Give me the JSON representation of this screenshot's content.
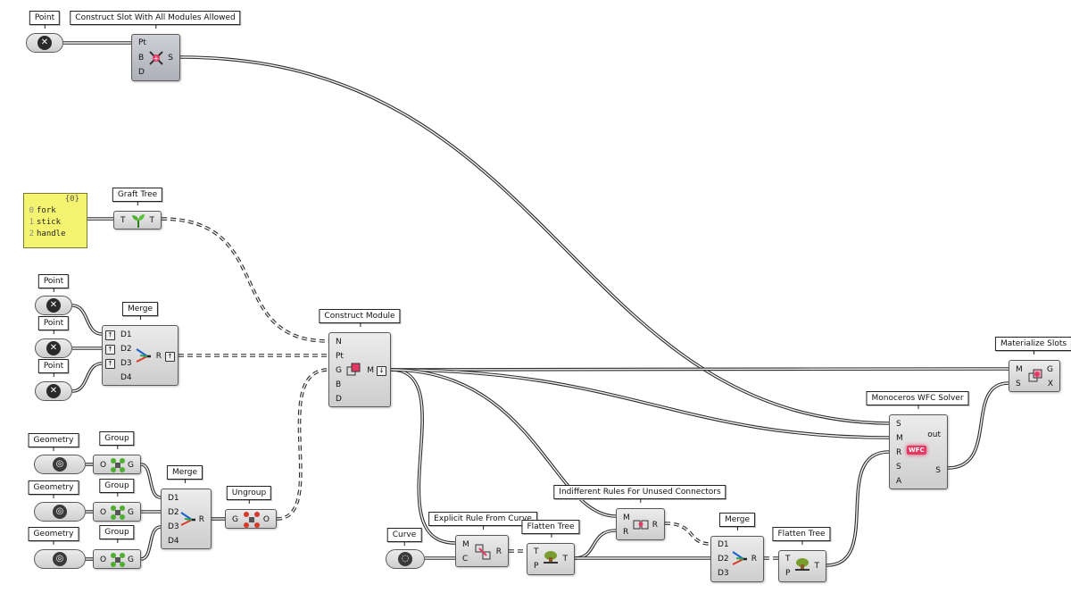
{
  "labels": {
    "point_1": "Point",
    "construct_slot": "Construct Slot With All Modules Allowed",
    "graft_tree": "Graft Tree",
    "point_2": "Point",
    "point_3": "Point",
    "point_4": "Point",
    "merge_1": "Merge",
    "construct_module": "Construct Module",
    "geometry_1": "Geometry",
    "geometry_2": "Geometry",
    "geometry_3": "Geometry",
    "group_1": "Group",
    "group_2": "Group",
    "group_3": "Group",
    "merge_2": "Merge",
    "ungroup": "Ungroup",
    "curve": "Curve",
    "explicit_rule": "Explicit Rule From Curve",
    "flatten_1": "Flatten Tree",
    "indifferent_rules": "Indifferent Rules For Unused Connectors",
    "merge_3": "Merge",
    "flatten_2": "Flatten Tree",
    "wfc_solver": "Monoceros WFC Solver",
    "materialize": "Materialize Slots"
  },
  "panel": {
    "header": "{0}",
    "rows": [
      {
        "index": "0",
        "value": "fork"
      },
      {
        "index": "1",
        "value": "stick"
      },
      {
        "index": "2",
        "value": "handle"
      }
    ]
  },
  "ports": {
    "slot": {
      "in": [
        "Pt",
        "B",
        "D"
      ],
      "out": [
        "S"
      ]
    },
    "graft": {
      "in": [
        "T"
      ],
      "out": [
        "T"
      ]
    },
    "merge1": {
      "in": [
        "D1",
        "D2",
        "D3",
        "D4"
      ],
      "out": [
        "R"
      ]
    },
    "module": {
      "in": [
        "N",
        "Pt",
        "G",
        "B",
        "D"
      ],
      "out": [
        "M"
      ]
    },
    "group": {
      "in": [
        "O"
      ],
      "out": [
        "G"
      ]
    },
    "merge2": {
      "in": [
        "D1",
        "D2",
        "D3",
        "D4"
      ],
      "out": [
        "R"
      ]
    },
    "ungroup": {
      "in": [
        "G"
      ],
      "out": [
        "O"
      ]
    },
    "explicit": {
      "in": [
        "M",
        "C"
      ],
      "out": [
        "R"
      ]
    },
    "flatten": {
      "in": [
        "T",
        "P"
      ],
      "out": [
        "T"
      ]
    },
    "indifferent": {
      "in": [
        "M",
        "R"
      ],
      "out": [
        "R"
      ]
    },
    "merge3": {
      "in": [
        "D1",
        "D2",
        "D3"
      ],
      "out": [
        "R"
      ]
    },
    "solver": {
      "in": [
        "S",
        "M",
        "R",
        "S",
        "A"
      ],
      "out": [
        "out",
        "S"
      ]
    },
    "materialize": {
      "in": [
        "M",
        "S"
      ],
      "out": [
        "G",
        "X"
      ]
    }
  },
  "icons": {
    "point": "point-x-icon",
    "geometry": "geometry-spiral-icon",
    "curve": "curve-icon",
    "graft": "sprout-icon",
    "merge": "merge-arrows-icon",
    "group": "group-icon",
    "ungroup": "ungroup-icon",
    "flatten": "flatten-icon",
    "wfc_badge": "WFC"
  },
  "colors": {
    "canvas": "#ffffff",
    "panel": "#f4f470",
    "component": "#d6d6d6",
    "wire": "#2b2b2b",
    "wfc_badge": "#e23a63"
  }
}
